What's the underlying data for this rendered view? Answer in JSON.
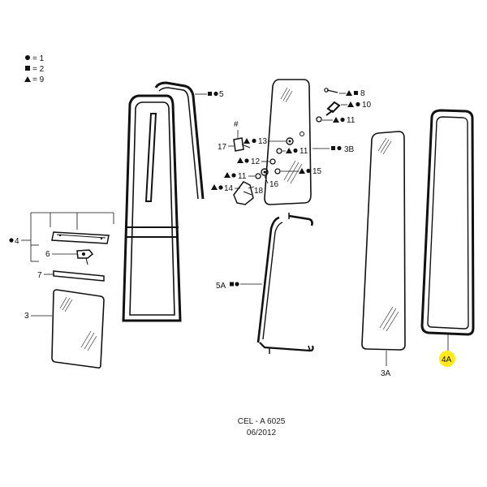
{
  "legend": [
    {
      "symbol": "circle",
      "text": "= 1"
    },
    {
      "symbol": "square",
      "text": "= 2"
    },
    {
      "symbol": "triangle",
      "text": "= 9"
    }
  ],
  "callouts": {
    "c5": "5",
    "c4": "4",
    "c6": "6",
    "c7": "7",
    "c3": "3",
    "c3A": "3A",
    "c3B": "3B",
    "c4A": "4A",
    "c5A": "5A",
    "c8": "8",
    "c10": "10",
    "c11a": "11",
    "c11b": "11",
    "c11c": "11",
    "c12": "12",
    "c13": "13",
    "c14": "14",
    "c15": "15",
    "c16": "16",
    "c17": "17",
    "c18": "18",
    "hash": "#"
  },
  "highlight_color": "#ffeb1a",
  "footer": {
    "code": "CEL - A 6025",
    "date": "06/2012"
  }
}
